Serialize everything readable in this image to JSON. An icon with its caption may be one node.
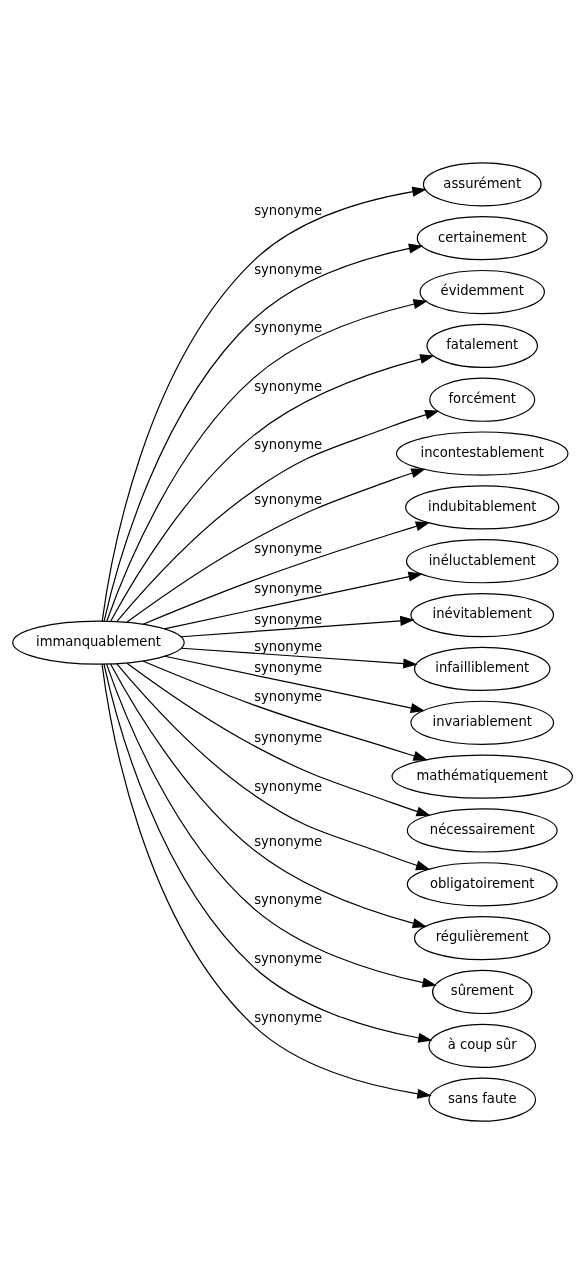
{
  "diagram": {
    "nodes": [
      {
        "text": [
          "immanquablement"
        ]
      },
      {
        "text": [
          "assurément"
        ]
      },
      {
        "text": [
          "certainement"
        ]
      },
      {
        "text": [
          "évidemment"
        ]
      },
      {
        "text": [
          "fatalement"
        ]
      },
      {
        "text": [
          "forcément"
        ]
      },
      {
        "text": [
          "incontestablement"
        ]
      },
      {
        "text": [
          "indubitablement"
        ]
      },
      {
        "text": [
          "inéluctablement"
        ]
      },
      {
        "text": [
          "inévitablement"
        ]
      },
      {
        "text": [
          "infailliblement"
        ]
      },
      {
        "text": [
          "invariablement"
        ]
      },
      {
        "text": [
          "mathématiquement"
        ]
      },
      {
        "text": [
          "nécessairement"
        ]
      },
      {
        "text": [
          "obligatoirement"
        ]
      },
      {
        "text": [
          "régulièrement"
        ]
      },
      {
        "text": [
          "sûrement"
        ]
      },
      {
        "text": [
          "à coup sûr"
        ]
      },
      {
        "text": [
          "sans faute"
        ]
      }
    ],
    "edges": [
      {
        "from": 0,
        "to": 1,
        "label": "synonyme",
        "arrow": "to"
      },
      {
        "from": 0,
        "to": 2,
        "label": "synonyme",
        "arrow": "to"
      },
      {
        "from": 0,
        "to": 3,
        "label": "synonyme",
        "arrow": "to"
      },
      {
        "from": 0,
        "to": 4,
        "label": "synonyme",
        "arrow": "to"
      },
      {
        "from": 0,
        "to": 5,
        "label": "synonyme",
        "arrow": "to"
      },
      {
        "from": 0,
        "to": 6,
        "label": "synonyme",
        "arrow": "to"
      },
      {
        "from": 0,
        "to": 7,
        "label": "synonyme",
        "arrow": "to"
      },
      {
        "from": 0,
        "to": 8,
        "label": "synonyme",
        "arrow": "to"
      },
      {
        "from": 0,
        "to": 9,
        "label": "synonyme",
        "arrow": "to"
      },
      {
        "from": 0,
        "to": 10,
        "label": "synonyme",
        "arrow": "to"
      },
      {
        "from": 0,
        "to": 11,
        "label": "synonyme",
        "arrow": "to"
      },
      {
        "from": 0,
        "to": 12,
        "label": "synonyme",
        "arrow": "to"
      },
      {
        "from": 0,
        "to": 13,
        "label": "synonyme",
        "arrow": "to"
      },
      {
        "from": 0,
        "to": 14,
        "label": "synonyme",
        "arrow": "to"
      },
      {
        "from": 0,
        "to": 15,
        "label": "synonyme",
        "arrow": "to"
      },
      {
        "from": 0,
        "to": 16,
        "label": "synonyme",
        "arrow": "to"
      },
      {
        "from": 0,
        "to": 17,
        "label": "synonyme",
        "arrow": "to"
      },
      {
        "from": 0,
        "to": 18,
        "label": "synonyme",
        "arrow": "to"
      }
    ]
  }
}
